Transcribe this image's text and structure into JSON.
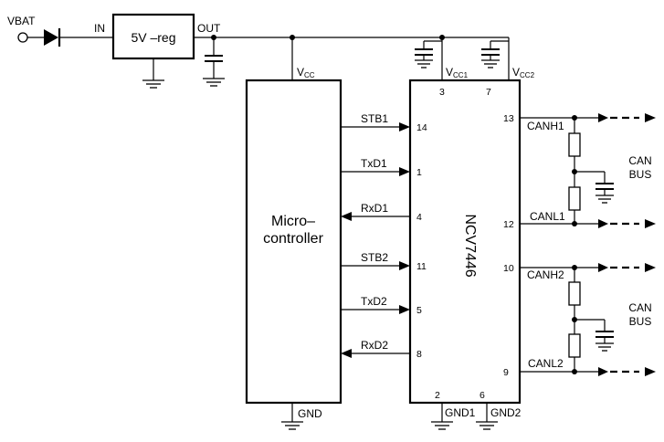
{
  "diagram": {
    "vbat": "VBAT",
    "regulator": {
      "in": "IN",
      "label": "5V –reg",
      "out": "OUT"
    },
    "mcu": {
      "label_line1": "Micro–",
      "label_line2": "controller",
      "vcc": "V",
      "vcc_sub": "CC",
      "gnd": "GND"
    },
    "ic": {
      "name": "NCV7446",
      "vcc1": "V",
      "vcc1_sub": "CC1",
      "vcc2": "V",
      "vcc2_sub": "CC2",
      "gnd1": "GND1",
      "gnd2": "GND2"
    },
    "signals": [
      "STB1",
      "TxD1",
      "RxD1",
      "STB2",
      "TxD2",
      "RxD2"
    ],
    "left_pins": [
      "14",
      "1",
      "4",
      "11",
      "5",
      "8"
    ],
    "top_pins": [
      "3",
      "7"
    ],
    "bottom_pins": [
      "2",
      "6"
    ],
    "right_pins": [
      "13",
      "12",
      "10",
      "9"
    ],
    "bus_lines": [
      "CANH1",
      "CANL1",
      "CANH2",
      "CANL2"
    ],
    "bus_labels": [
      {
        "line1": "CAN",
        "line2": "BUS"
      },
      {
        "line1": "CAN",
        "line2": "BUS"
      }
    ]
  }
}
